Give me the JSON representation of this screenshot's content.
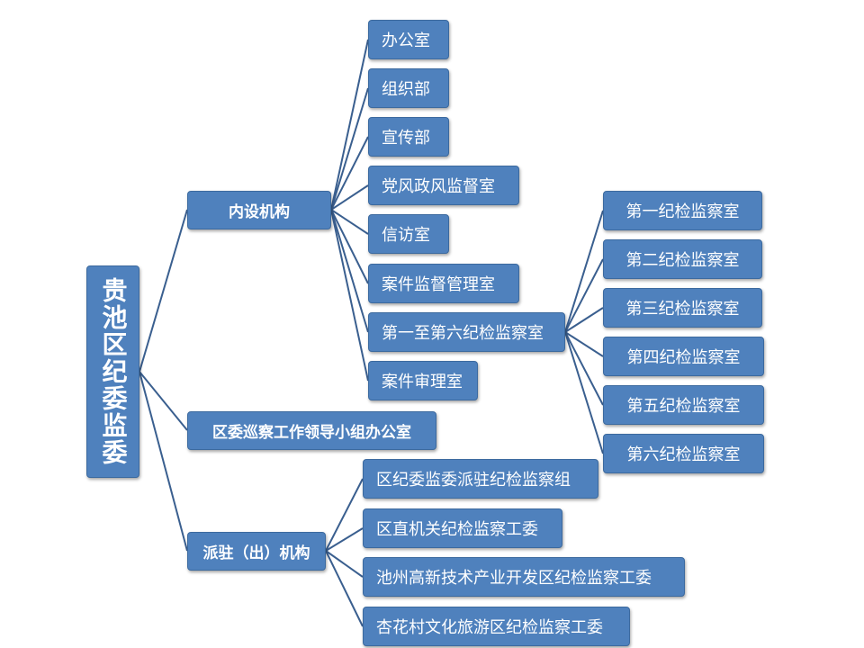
{
  "root": {
    "label": "贵池区纪委监委"
  },
  "branches": {
    "internal": {
      "label": "内设机构"
    },
    "inspection": {
      "label": "区委巡察工作领导小组办公室"
    },
    "dispatched": {
      "label": "派驻（出）机构"
    }
  },
  "internal_items": [
    "办公室",
    "组织部",
    "宣传部",
    "党风政风监督室",
    "信访室",
    "案件监督管理室",
    "第一至第六纪检监察室",
    "案件审理室"
  ],
  "supervision_rooms": [
    "第一纪检监察室",
    "第二纪检监察室",
    "第三纪检监察室",
    "第四纪检监察室",
    "第五纪检监察室",
    "第六纪检监察室"
  ],
  "dispatched_items": [
    "区纪委监委派驻纪检监察组",
    "区直机关纪检监察工委",
    "池州高新技术产业开发区纪检监察工委",
    "杏花村文化旅游区纪检监察工委"
  ],
  "colors": {
    "box_fill": "#4f81bd",
    "connector": "#3a5f8f",
    "text": "#ffffff"
  }
}
